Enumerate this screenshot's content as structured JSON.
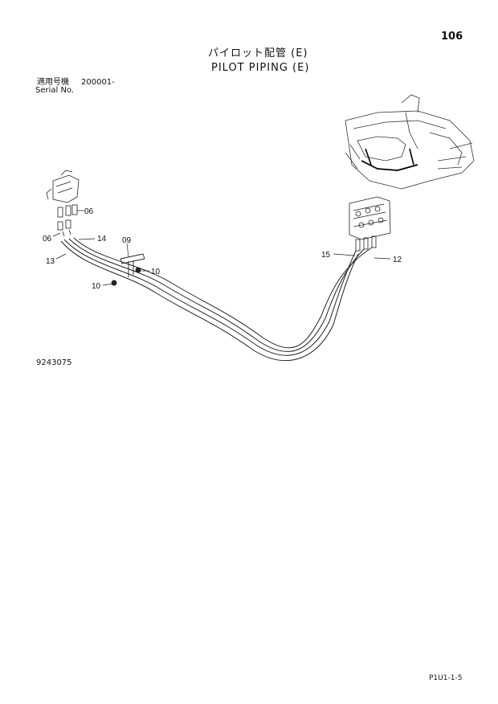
{
  "page_number": "106",
  "title_jp": "パイロット配管 (E)",
  "title_en": "PILOT PIPING (E)",
  "serial": {
    "label_jp": "適用号機",
    "value": "200001-",
    "label_en": "Serial No."
  },
  "callouts": {
    "c06a": "06",
    "c06b": "06",
    "c14": "14",
    "c09": "09",
    "c13": "13",
    "c10a": "10",
    "c10b": "10",
    "c15": "15",
    "c12": "12"
  },
  "drawing_number": "9243075",
  "footer_code": "P1U1-1-5"
}
